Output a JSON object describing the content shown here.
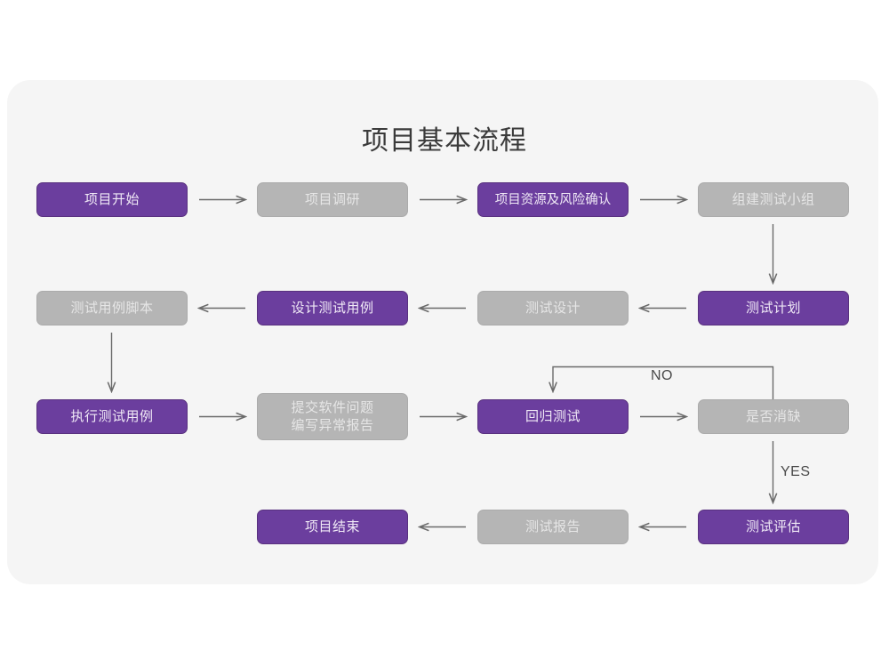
{
  "page": {
    "background": "#ffffff",
    "card_background": "#f5f5f5"
  },
  "colors": {
    "purple": "#6b3e9e",
    "purple_border": "#59317f",
    "purple_text": "#f0e9f6",
    "gray": "#b5b5b5",
    "gray_border": "#ababab",
    "gray_text": "#e6e6e6",
    "arrow": "#6a6a6a",
    "title_text": "#3b3b3b",
    "label_text": "#4a4a4a"
  },
  "title": "项目基本流程",
  "chart_data": {
    "type": "diagram",
    "title": "项目基本流程",
    "nodes": [
      {
        "id": "n1",
        "label": "项目开始",
        "style": "purple",
        "row": 1,
        "col": 1
      },
      {
        "id": "n2",
        "label": "项目调研",
        "style": "gray",
        "row": 1,
        "col": 2
      },
      {
        "id": "n3",
        "label": "项目资源及风险确认",
        "style": "purple",
        "row": 1,
        "col": 3
      },
      {
        "id": "n4",
        "label": "组建测试小组",
        "style": "gray",
        "row": 1,
        "col": 4
      },
      {
        "id": "n5",
        "label": "测试用例脚本",
        "style": "gray",
        "row": 2,
        "col": 1
      },
      {
        "id": "n6",
        "label": "设计测试用例",
        "style": "purple",
        "row": 2,
        "col": 2
      },
      {
        "id": "n7",
        "label": "测试设计",
        "style": "gray",
        "row": 2,
        "col": 3
      },
      {
        "id": "n8",
        "label": "测试计划",
        "style": "purple",
        "row": 2,
        "col": 4
      },
      {
        "id": "n9",
        "label": "执行测试用例",
        "style": "purple",
        "row": 3,
        "col": 1
      },
      {
        "id": "n10",
        "label": "提交软件问题\n编写异常报告",
        "style": "gray",
        "row": 3,
        "col": 2
      },
      {
        "id": "n11",
        "label": "回归测试",
        "style": "purple",
        "row": 3,
        "col": 3
      },
      {
        "id": "n12",
        "label": "是否消缺",
        "style": "gray",
        "row": 3,
        "col": 4
      },
      {
        "id": "n13",
        "label": "项目结束",
        "style": "purple",
        "row": 4,
        "col": 2
      },
      {
        "id": "n14",
        "label": "测试报告",
        "style": "gray",
        "row": 4,
        "col": 3
      },
      {
        "id": "n15",
        "label": "测试评估",
        "style": "purple",
        "row": 4,
        "col": 4
      }
    ],
    "edges": [
      {
        "from": "n1",
        "to": "n2",
        "dir": "right",
        "label": ""
      },
      {
        "from": "n2",
        "to": "n3",
        "dir": "right",
        "label": ""
      },
      {
        "from": "n3",
        "to": "n4",
        "dir": "right",
        "label": ""
      },
      {
        "from": "n4",
        "to": "n8",
        "dir": "down",
        "label": ""
      },
      {
        "from": "n8",
        "to": "n7",
        "dir": "left",
        "label": ""
      },
      {
        "from": "n7",
        "to": "n6",
        "dir": "left",
        "label": ""
      },
      {
        "from": "n6",
        "to": "n5",
        "dir": "left",
        "label": ""
      },
      {
        "from": "n5",
        "to": "n9",
        "dir": "down",
        "label": ""
      },
      {
        "from": "n9",
        "to": "n10",
        "dir": "right",
        "label": ""
      },
      {
        "from": "n10",
        "to": "n11",
        "dir": "right",
        "label": ""
      },
      {
        "from": "n11",
        "to": "n12",
        "dir": "right",
        "label": ""
      },
      {
        "from": "n12",
        "to": "n11",
        "dir": "loop-up",
        "label": "NO"
      },
      {
        "from": "n12",
        "to": "n15",
        "dir": "down",
        "label": "YES"
      },
      {
        "from": "n15",
        "to": "n14",
        "dir": "left",
        "label": ""
      },
      {
        "from": "n14",
        "to": "n13",
        "dir": "left",
        "label": ""
      }
    ],
    "labels": {
      "no": "NO",
      "yes": "YES"
    }
  }
}
